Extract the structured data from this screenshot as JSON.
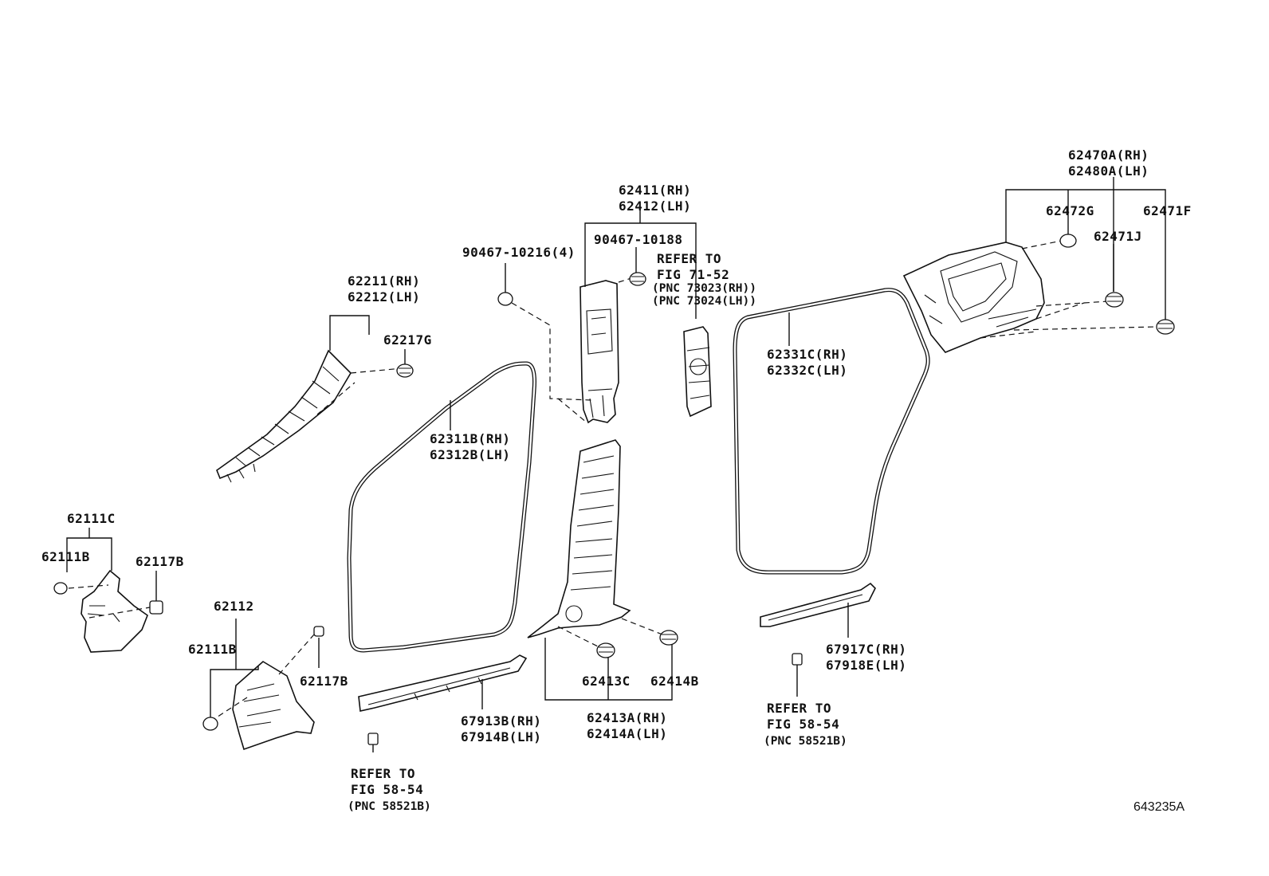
{
  "labels": {
    "p62211": "62211(RH)",
    "p62212": "62212(LH)",
    "p62217g": "62217G",
    "p62111c": "62111C",
    "p62111b_a": "62111B",
    "p62117b_a": "62117B",
    "p62112": "62112",
    "p62111b_b": "62111B",
    "p62117b_b": "62117B",
    "p62311b": "62311B(RH)",
    "p62312b": "62312B(LH)",
    "p90467_10216": "90467-10216(4)",
    "p62411": "62411(RH)",
    "p62412": "62412(LH)",
    "p90467_10188": "90467-10188",
    "p62413c": "62413C",
    "p62414b": "62414B",
    "p62413a": "62413A(RH)",
    "p62414a": "62414A(LH)",
    "p67913b": "67913B(RH)",
    "p67914b": "67914B(LH)",
    "p62331c": "62331C(RH)",
    "p62332c": "62332C(LH)",
    "p62470a": "62470A(RH)",
    "p62480a": "62480A(LH)",
    "p62472g": "62472G",
    "p62471j": "62471J",
    "p62471f": "62471F",
    "p67917c": "67917C(RH)",
    "p67918e": "67918E(LH)"
  },
  "references": {
    "seatbelt": {
      "line1": "REFER TO",
      "line2": "FIG 71-52",
      "line3": "(PNC 73023(RH))",
      "line4": "(PNC 73024(LH))"
    },
    "front_sill": {
      "line1": "REFER TO",
      "line2": "FIG 58-54",
      "line3": "(PNC 58521B)"
    },
    "rear_sill": {
      "line1": "REFER TO",
      "line2": "FIG 58-54",
      "line3": "(PNC 58521B)"
    }
  },
  "figure_id": "643235A"
}
